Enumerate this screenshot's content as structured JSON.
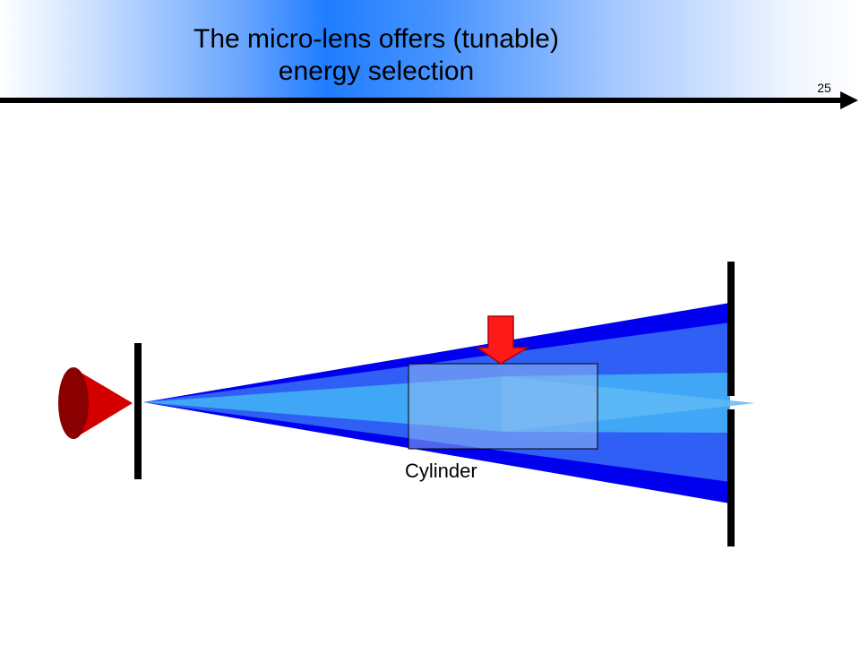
{
  "slide": {
    "title_line1": "The micro-lens offers (tunable)",
    "title_line2": "energy selection",
    "number": "25"
  },
  "diagram": {
    "cylinder_label": "Cylinder"
  },
  "colors": {
    "beam_outer": "#0000ee",
    "beam_mid": "#2f5ff5",
    "beam_inner": "#3fa7f5",
    "source_cone": "#d40000",
    "arrow": "#ff0000",
    "cylinder_fill": "#8fb8f0"
  }
}
